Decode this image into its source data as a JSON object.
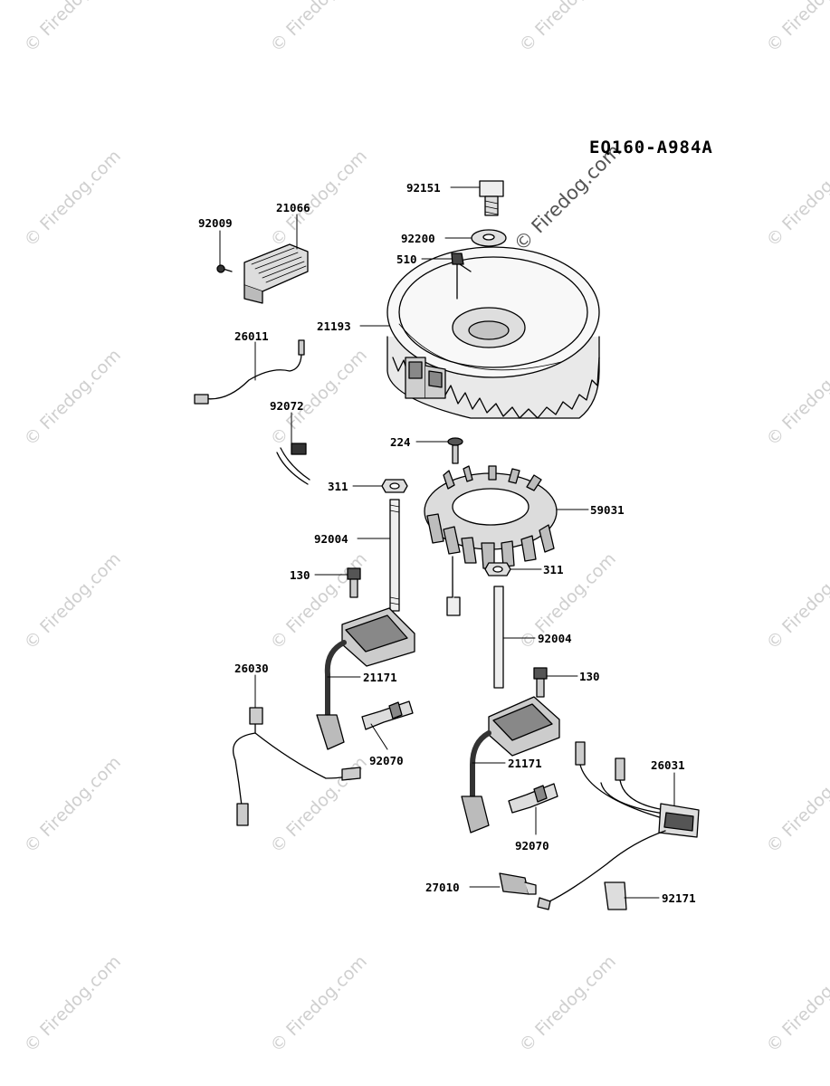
{
  "diagram": {
    "code": "EQ160-A984A",
    "watermark": "© Firedog.com",
    "parts": [
      {
        "id": "p92151",
        "number": "92151"
      },
      {
        "id": "p92200",
        "number": "92200"
      },
      {
        "id": "p510",
        "number": "510"
      },
      {
        "id": "p92009",
        "number": "92009"
      },
      {
        "id": "p21066",
        "number": "21066"
      },
      {
        "id": "p21193",
        "number": "21193"
      },
      {
        "id": "p26011",
        "number": "26011"
      },
      {
        "id": "p92072",
        "number": "92072"
      },
      {
        "id": "p224",
        "number": "224"
      },
      {
        "id": "p311a",
        "number": "311"
      },
      {
        "id": "p59031",
        "number": "59031"
      },
      {
        "id": "p92004a",
        "number": "92004"
      },
      {
        "id": "p311b",
        "number": "311"
      },
      {
        "id": "p130a",
        "number": "130"
      },
      {
        "id": "p92004b",
        "number": "92004"
      },
      {
        "id": "p26030",
        "number": "26030"
      },
      {
        "id": "p21171a",
        "number": "21171"
      },
      {
        "id": "p130b",
        "number": "130"
      },
      {
        "id": "p92070a",
        "number": "92070"
      },
      {
        "id": "p21171b",
        "number": "21171"
      },
      {
        "id": "p26031",
        "number": "26031"
      },
      {
        "id": "p92070b",
        "number": "92070"
      },
      {
        "id": "p27010",
        "number": "27010"
      },
      {
        "id": "p92171",
        "number": "92171"
      }
    ]
  }
}
